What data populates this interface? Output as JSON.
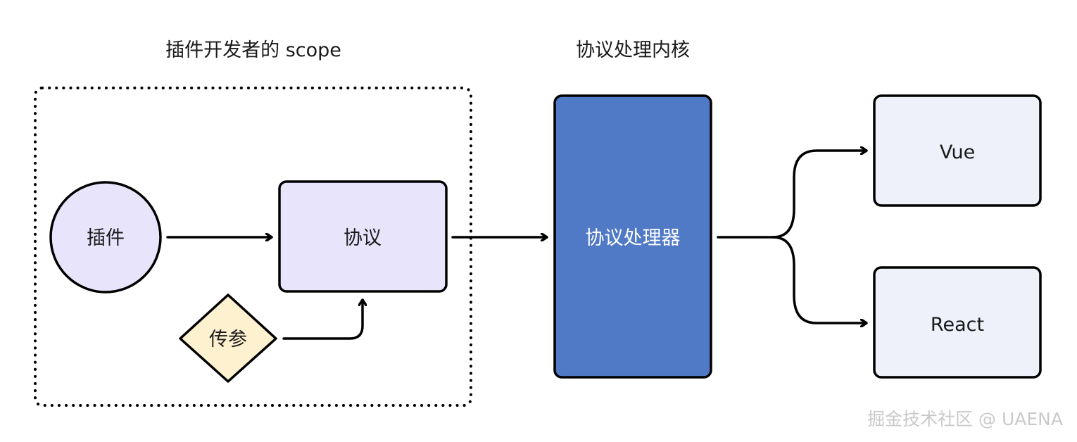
{
  "titles": {
    "scope": "插件开发者的 scope",
    "kernel": "协议处理内核"
  },
  "nodes": {
    "plugin": "插件",
    "protocol": "协议",
    "params": "传参",
    "processor": "协议处理器",
    "vue": "Vue",
    "react": "React"
  },
  "watermark": "掘金技术社区 @ UAENA",
  "colors": {
    "plugin_fill": "#e8e4fc",
    "protocol_fill": "#e8e4fc",
    "params_fill": "#fdf1cf",
    "processor_fill": "#5079c6",
    "target_fill": "#eef1fa",
    "stroke": "#000000"
  }
}
